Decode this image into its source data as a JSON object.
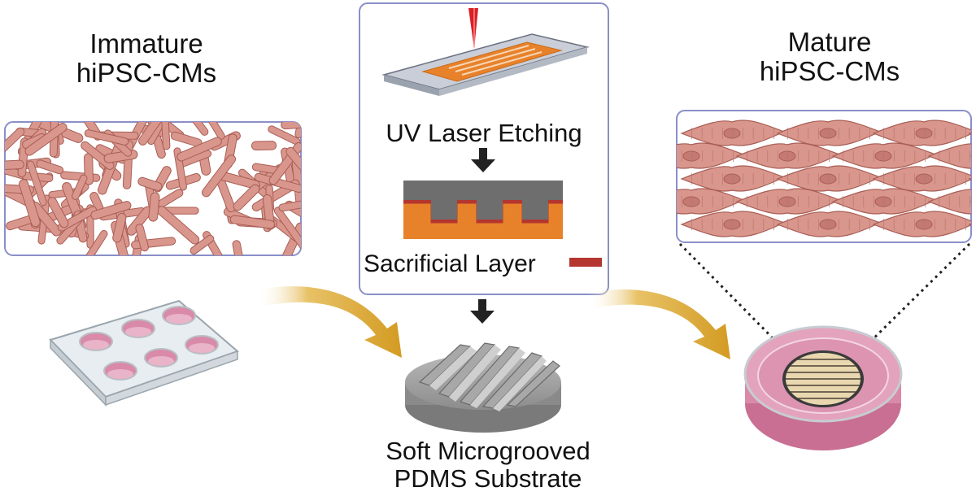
{
  "labels": {
    "immature_line1": "Immature",
    "immature_line2": "hiPSC-CMs",
    "mature_line1": "Mature",
    "mature_line2": "hiPSC-CMs",
    "uv_laser": "UV Laser Etching",
    "sacrificial": "Sacrificial Layer",
    "substrate_line1": "Soft Microgrooved",
    "substrate_line2": "PDMS Substrate"
  },
  "colors": {
    "cell_fill": "#d9968c",
    "cell_stroke": "#a85e55",
    "box_border": "#8a8fc8",
    "orange": "#e8822a",
    "sacrificial_red": "#b5362e",
    "arrow_gold": "#d9a62e",
    "dish_pink": "#d98aa8",
    "pdms_gray": "#9a9a9a"
  },
  "icons": [
    "well-plate-icon",
    "laser-slide-icon",
    "down-arrow-icon",
    "pdms-substrate-icon",
    "petri-dish-icon",
    "curved-arrow-icon"
  ]
}
